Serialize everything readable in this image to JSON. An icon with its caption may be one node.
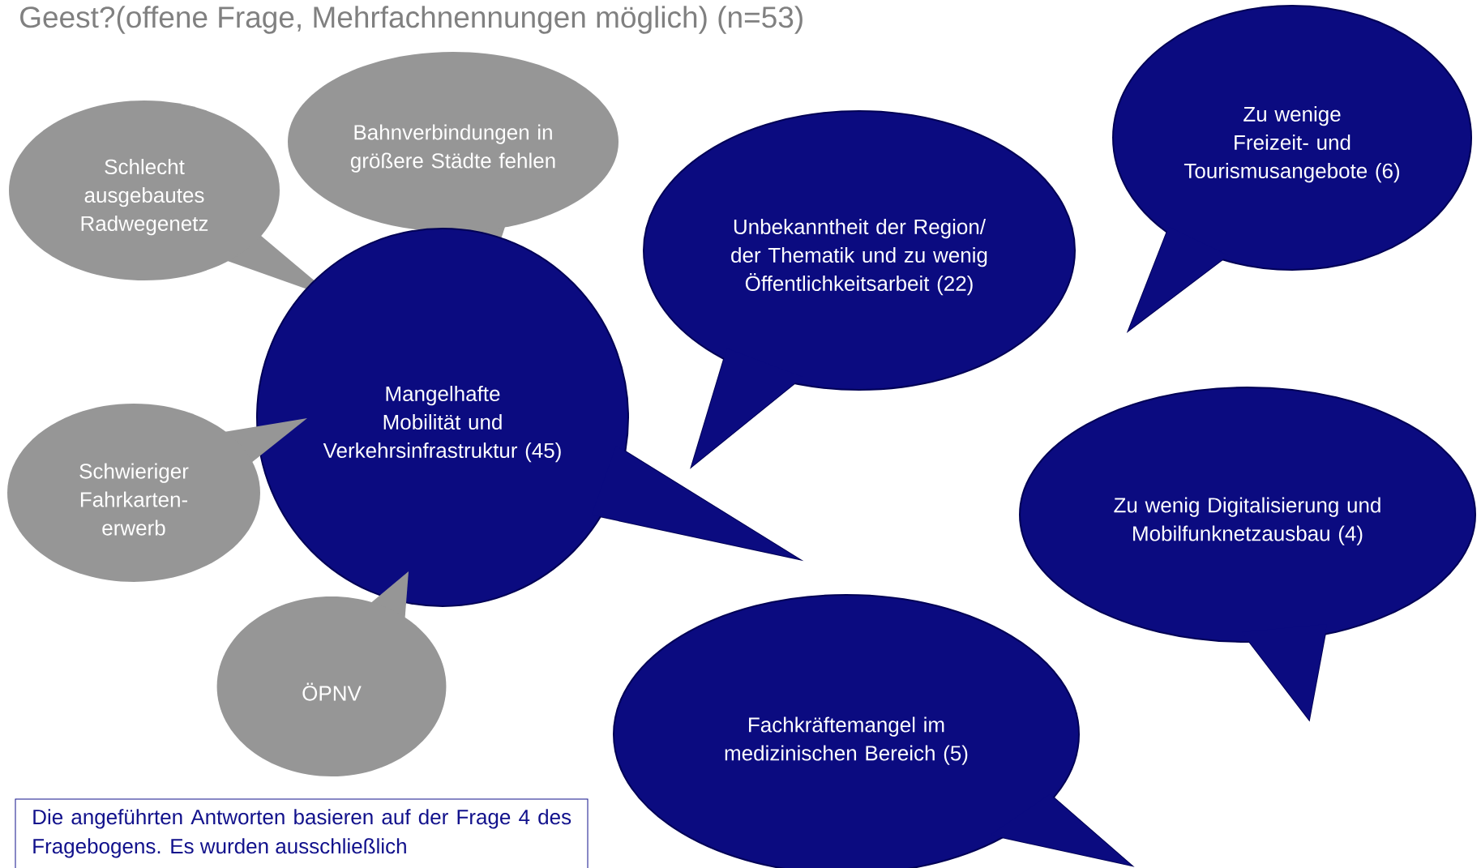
{
  "diagram": {
    "title": "Geest?(offene Frage, Mehrfachnennungen möglich) (n=53)",
    "nodes": [
      {
        "text": [
          "Schlecht ausgebautes Radwegenetz"
        ]
      },
      {
        "text": [
          "Bahnverbindungen in größere Städte fehlen"
        ]
      },
      {
        "text": [
          "Unbekanntheit der Region/ der Thematik und zu wenig Öffentlichkeitsarbeit (22)"
        ]
      },
      {
        "text": [
          "Zu wenige Freizeit- und Tourismusangebote (6)"
        ]
      },
      {
        "text": [
          "Mangelhafte Mobilität und Verkehrsinfrastruktur (45)"
        ]
      },
      {
        "text": [
          "Schwieriger Fahrkarten-erwerb"
        ]
      },
      {
        "text": [
          "Zu wenig Digitalisierung und Mobilfunknetzausbau (4)"
        ]
      },
      {
        "text": [
          "ÖPNV"
        ]
      },
      {
        "text": [
          "Fachkräftemangel im medizinischen Bereich (5)"
        ]
      }
    ],
    "labels": [
      "Die angeführten Antworten basieren auf der Frage 4 des Fragebogens. Es wurden ausschließlich"
    ]
  }
}
